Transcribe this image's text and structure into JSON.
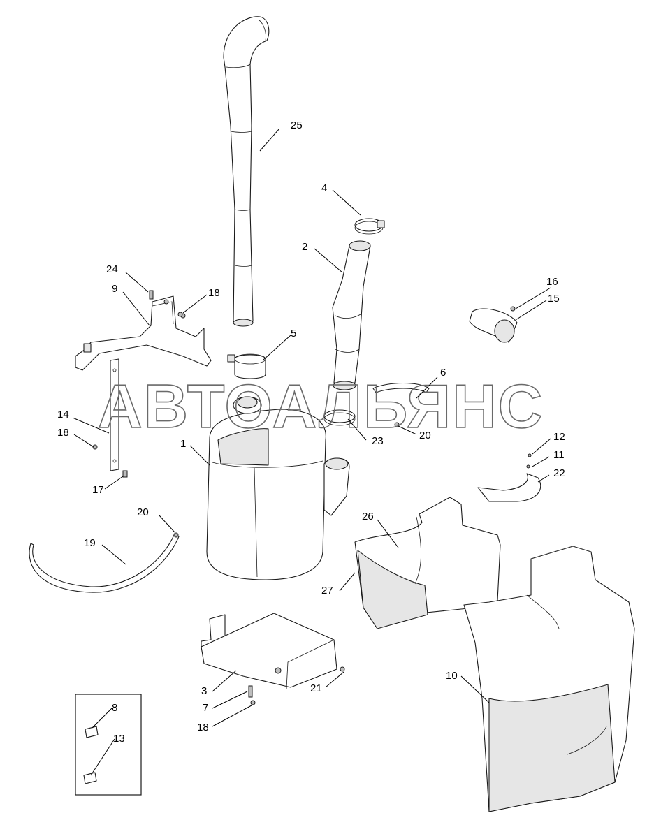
{
  "watermark": "АВТОАЛЬЯНС",
  "callouts": [
    {
      "id": "c1",
      "text": "1"
    },
    {
      "id": "c2",
      "text": "2"
    },
    {
      "id": "c3",
      "text": "3"
    },
    {
      "id": "c4",
      "text": "4"
    },
    {
      "id": "c5",
      "text": "5"
    },
    {
      "id": "c6",
      "text": "6"
    },
    {
      "id": "c7",
      "text": "7"
    },
    {
      "id": "c8",
      "text": "8"
    },
    {
      "id": "c9",
      "text": "9"
    },
    {
      "id": "c10",
      "text": "10"
    },
    {
      "id": "c11",
      "text": "11"
    },
    {
      "id": "c12",
      "text": "12"
    },
    {
      "id": "c13",
      "text": "13"
    },
    {
      "id": "c14",
      "text": "14"
    },
    {
      "id": "c15",
      "text": "15"
    },
    {
      "id": "c16",
      "text": "16"
    },
    {
      "id": "c17",
      "text": "17"
    },
    {
      "id": "c18a",
      "text": "18"
    },
    {
      "id": "c18b",
      "text": "18"
    },
    {
      "id": "c18c",
      "text": "18"
    },
    {
      "id": "c19",
      "text": "19"
    },
    {
      "id": "c20a",
      "text": "20"
    },
    {
      "id": "c20b",
      "text": "20"
    },
    {
      "id": "c21",
      "text": "21"
    },
    {
      "id": "c22",
      "text": "22"
    },
    {
      "id": "c23",
      "text": "23"
    },
    {
      "id": "c24",
      "text": "24"
    },
    {
      "id": "c25",
      "text": "25"
    },
    {
      "id": "c26",
      "text": "26"
    },
    {
      "id": "c27",
      "text": "27"
    }
  ]
}
